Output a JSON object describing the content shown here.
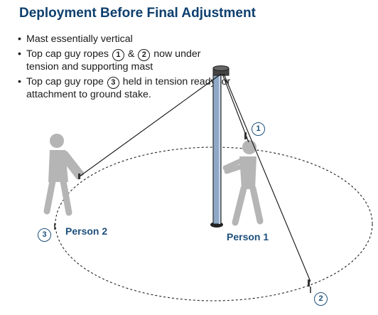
{
  "title": "Deployment Before Final Adjustment",
  "bullets": {
    "b1": "Mast essentially vertical",
    "b2_pre": "Top cap guy ropes",
    "b2_num1": "1",
    "b2_amp": "&",
    "b2_num2": "2",
    "b2_post": "now under tension and supporting mast",
    "b3_pre": "Top cap guy rope",
    "b3_num": "3",
    "b3_post": "held in tension ready for attachment to ground stake."
  },
  "labels": {
    "person1": "Person 1",
    "person2": "Person 2"
  },
  "markers": {
    "rope1": "1",
    "rope2": "2",
    "rope3": "3"
  },
  "colors": {
    "title": "#0d3f6e",
    "label": "#1d4f7c",
    "figure": "#b3b3b3",
    "mast": "#8fa8c6"
  }
}
